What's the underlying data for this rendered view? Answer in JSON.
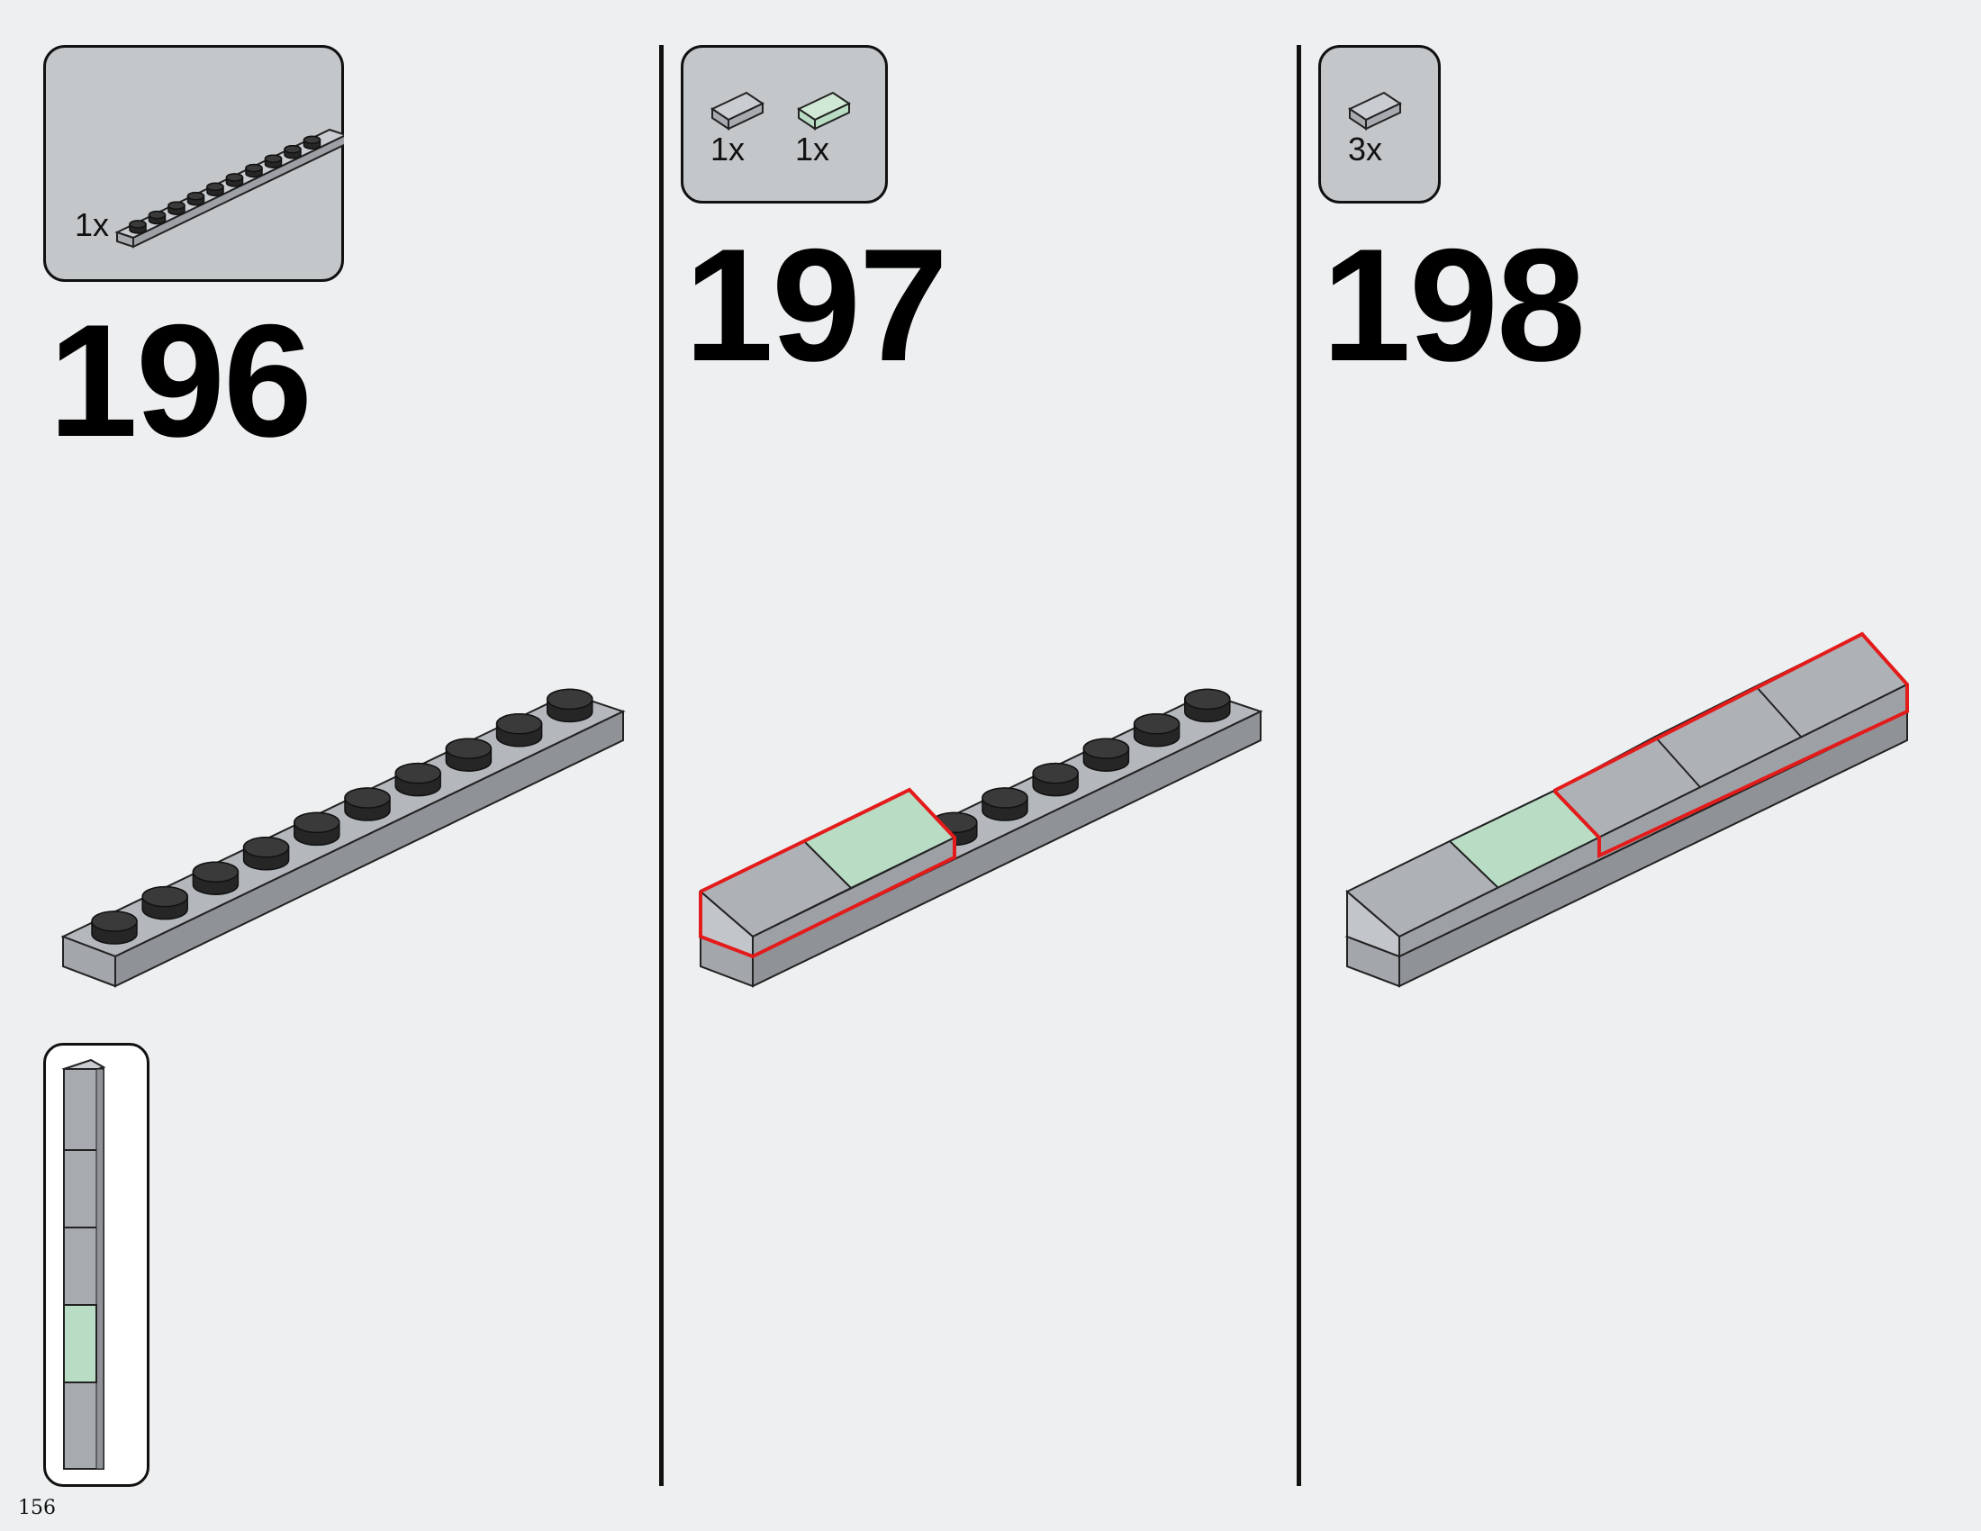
{
  "page": {
    "number": "156"
  },
  "steps": [
    {
      "number": "196",
      "parts": [
        {
          "qty": "1x",
          "part": "plate-1x10-gray"
        }
      ]
    },
    {
      "number": "197",
      "parts": [
        {
          "qty": "1x",
          "part": "slope-gray"
        },
        {
          "qty": "1x",
          "part": "slope-green"
        }
      ]
    },
    {
      "number": "198",
      "parts": [
        {
          "qty": "3x",
          "part": "slope-gray"
        }
      ]
    }
  ],
  "colors": {
    "background": "#edeff0",
    "parts_box": "#c4c7ca",
    "brick_gray": "#a7abb0",
    "brick_gray_light": "#c9ccd0",
    "brick_green": "#b9dcc4",
    "stud_dark": "#202020",
    "highlight_red": "#e31b1b"
  },
  "icons": [
    "plate-1x10-icon",
    "slope-gray-icon",
    "slope-green-icon",
    "callout-column-icon"
  ]
}
